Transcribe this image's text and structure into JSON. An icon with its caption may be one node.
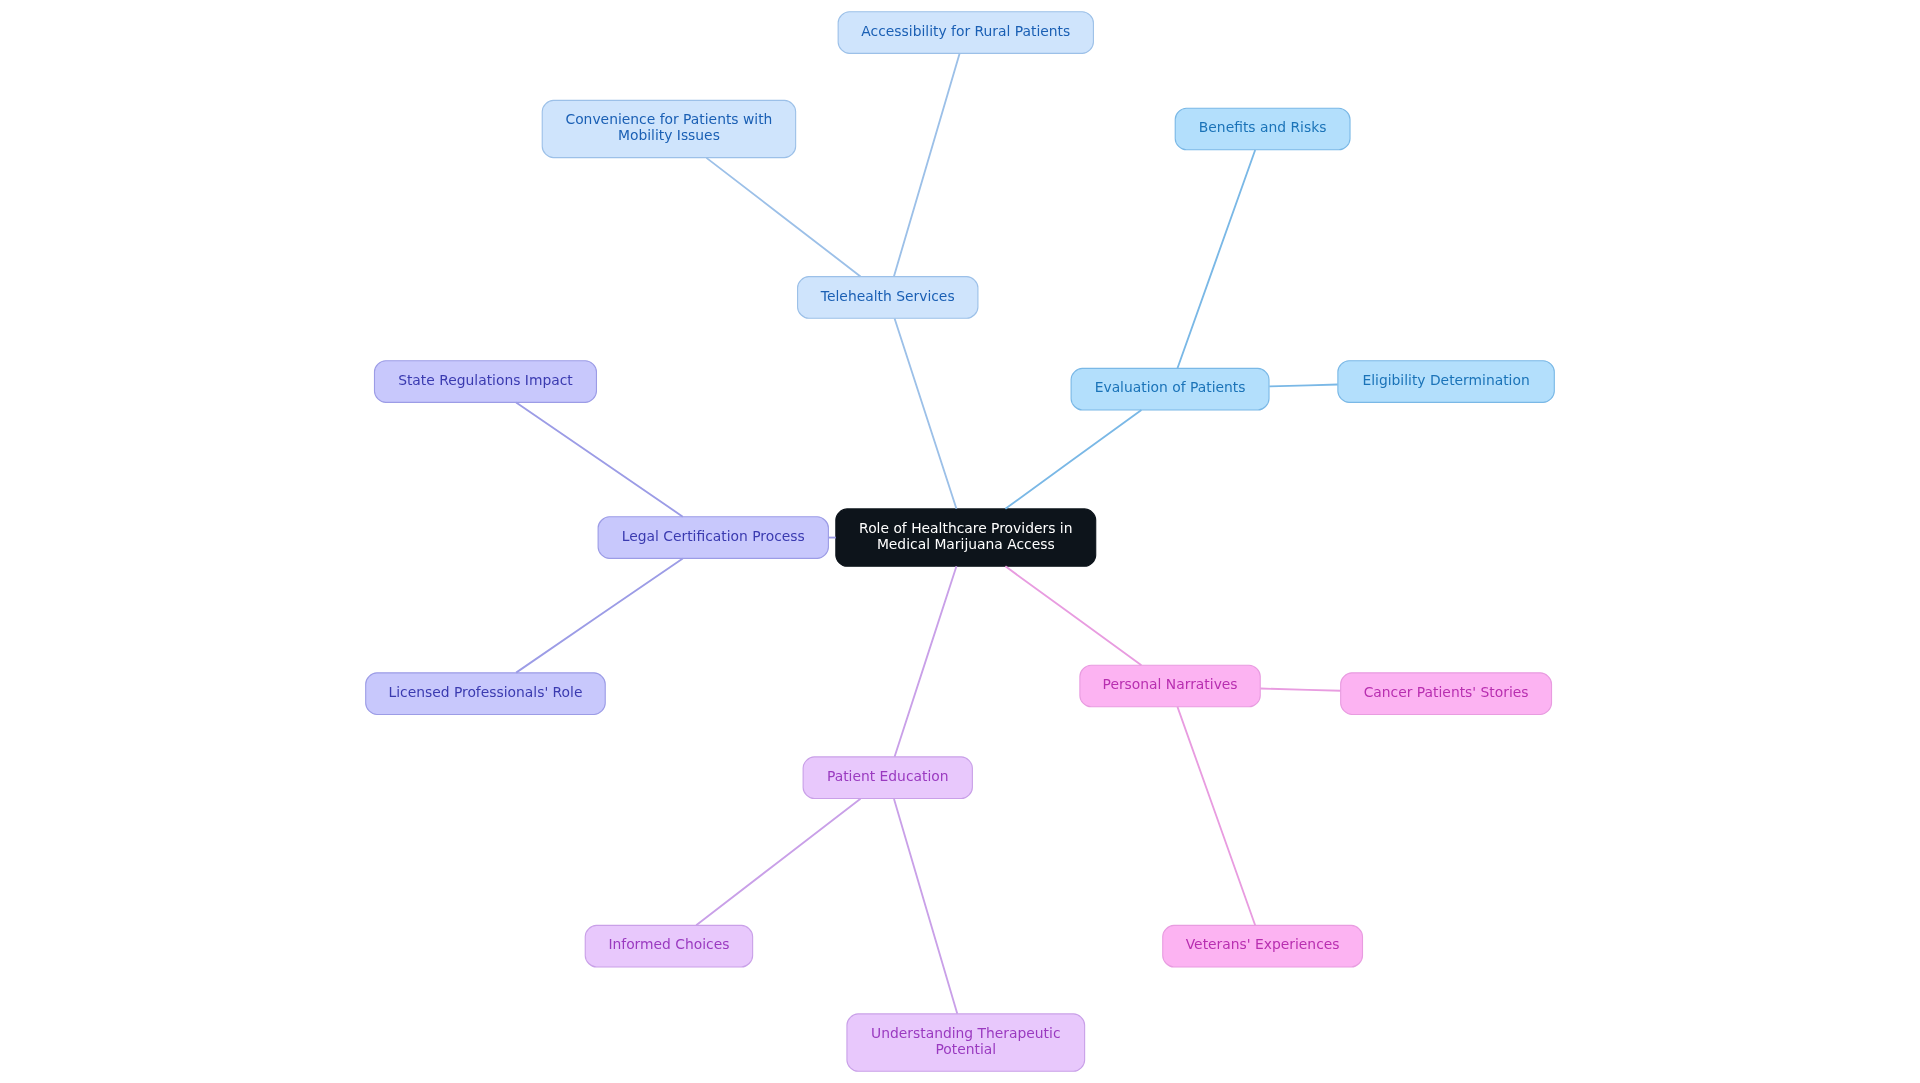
{
  "diagram": {
    "nodes": [
      {
        "text": [
          "Role of Healthcare Providers in Medical Marijuana Access"
        ]
      },
      {
        "text": [
          "Evaluation of Patients"
        ]
      },
      {
        "text": [
          "Eligibility Determination"
        ]
      },
      {
        "text": [
          "Benefits and Risks"
        ]
      },
      {
        "text": [
          "Telehealth Services"
        ]
      },
      {
        "text": [
          "Accessibility for Rural Patients"
        ]
      },
      {
        "text": [
          "Convenience for Patients with Mobility Issues"
        ]
      },
      {
        "text": [
          "Legal Certification Process"
        ]
      },
      {
        "text": [
          "State Regulations Impact"
        ]
      },
      {
        "text": [
          "Licensed Professionals' Role"
        ]
      },
      {
        "text": [
          "Patient Education"
        ]
      },
      {
        "text": [
          "Informed Choices"
        ]
      },
      {
        "text": [
          "Understanding Therapeutic Potential"
        ]
      },
      {
        "text": [
          "Personal Narratives"
        ]
      },
      {
        "text": [
          "Veterans' Experiences"
        ]
      },
      {
        "text": [
          "Cancer Patients' Stories"
        ]
      }
    ],
    "edges": [
      {
        "from": 0,
        "to": 1,
        "arrow": "none",
        "color": "#7ab8e6"
      },
      {
        "from": 1,
        "to": 2,
        "arrow": "none",
        "color": "#7ab8e6"
      },
      {
        "from": 1,
        "to": 3,
        "arrow": "none",
        "color": "#7ab8e6"
      },
      {
        "from": 0,
        "to": 4,
        "arrow": "none",
        "color": "#9cc0e8"
      },
      {
        "from": 4,
        "to": 5,
        "arrow": "none",
        "color": "#9cc0e8"
      },
      {
        "from": 4,
        "to": 6,
        "arrow": "none",
        "color": "#9cc0e8"
      },
      {
        "from": 0,
        "to": 7,
        "arrow": "none",
        "color": "#9c9ce6"
      },
      {
        "from": 7,
        "to": 8,
        "arrow": "none",
        "color": "#9c9ce6"
      },
      {
        "from": 7,
        "to": 9,
        "arrow": "none",
        "color": "#9c9ce6"
      },
      {
        "from": 0,
        "to": 10,
        "arrow": "none",
        "color": "#c9a0e8"
      },
      {
        "from": 10,
        "to": 11,
        "arrow": "none",
        "color": "#c9a0e8"
      },
      {
        "from": 10,
        "to": 12,
        "arrow": "none",
        "color": "#c9a0e8"
      },
      {
        "from": 0,
        "to": 13,
        "arrow": "none",
        "color": "#e89ce0"
      },
      {
        "from": 13,
        "to": 14,
        "arrow": "none",
        "color": "#e89ce0"
      },
      {
        "from": 13,
        "to": 15,
        "arrow": "none",
        "color": "#e89ce0"
      }
    ]
  }
}
